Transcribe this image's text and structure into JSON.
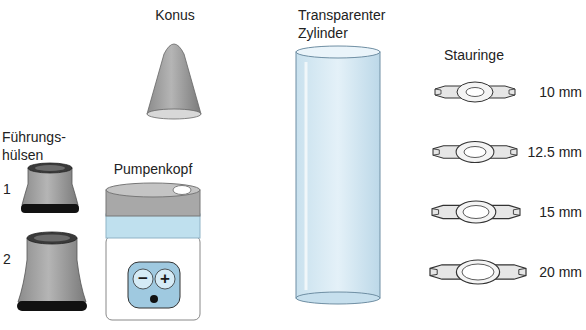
{
  "diagram": {
    "labels": [
      "Konus",
      "Transparenter Zylinder",
      "Stauringe",
      "Führungs- hülsen",
      "1",
      "2",
      "Pumpenkopf",
      "−",
      "+",
      "10 mm",
      "12.5 mm",
      "15 mm",
      "20 mm"
    ]
  }
}
